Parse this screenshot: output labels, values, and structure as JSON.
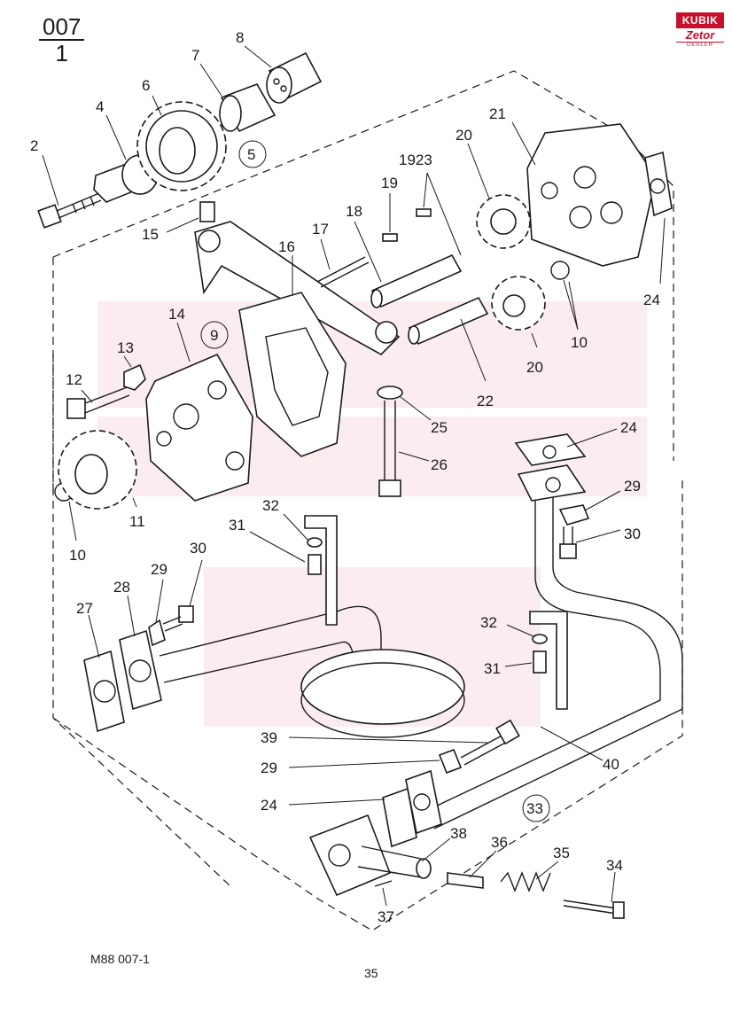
{
  "header": {
    "code_top": "007",
    "code_bottom": "1"
  },
  "logo": {
    "brand": "KUBIK",
    "sub": "Zetor",
    "dealer": "DEALER"
  },
  "callouts": [
    {
      "id": "c2",
      "text": "2"
    },
    {
      "id": "c4",
      "text": "4"
    },
    {
      "id": "c6",
      "text": "6"
    },
    {
      "id": "c7",
      "text": "7"
    },
    {
      "id": "c8",
      "text": "8"
    },
    {
      "id": "c5",
      "text": "5"
    },
    {
      "id": "c15",
      "text": "15"
    },
    {
      "id": "c19a",
      "text": "19"
    },
    {
      "id": "c1923",
      "text": "1923"
    },
    {
      "id": "c20a",
      "text": "20"
    },
    {
      "id": "c21",
      "text": "21"
    },
    {
      "id": "c24a",
      "text": "24"
    },
    {
      "id": "c17",
      "text": "17"
    },
    {
      "id": "c18",
      "text": "18"
    },
    {
      "id": "c16",
      "text": "16"
    },
    {
      "id": "c14",
      "text": "14"
    },
    {
      "id": "c13",
      "text": "13"
    },
    {
      "id": "c9",
      "text": "9"
    },
    {
      "id": "c12",
      "text": "12"
    },
    {
      "id": "c10a",
      "text": "10"
    },
    {
      "id": "c20b",
      "text": "20"
    },
    {
      "id": "c22",
      "text": "22"
    },
    {
      "id": "c25",
      "text": "25"
    },
    {
      "id": "c26",
      "text": "26"
    },
    {
      "id": "c24b",
      "text": "24"
    },
    {
      "id": "c11",
      "text": "11"
    },
    {
      "id": "c10b",
      "text": "10"
    },
    {
      "id": "c32a",
      "text": "32"
    },
    {
      "id": "c31a",
      "text": "31"
    },
    {
      "id": "c30a",
      "text": "30"
    },
    {
      "id": "c29a",
      "text": "29"
    },
    {
      "id": "c28",
      "text": "28"
    },
    {
      "id": "c27",
      "text": "27"
    },
    {
      "id": "c29b",
      "text": "29"
    },
    {
      "id": "c30b",
      "text": "30"
    },
    {
      "id": "c32b",
      "text": "32"
    },
    {
      "id": "c31b",
      "text": "31"
    },
    {
      "id": "c39",
      "text": "39"
    },
    {
      "id": "c29c",
      "text": "29"
    },
    {
      "id": "c40",
      "text": "40"
    },
    {
      "id": "c24c",
      "text": "24"
    },
    {
      "id": "c33",
      "text": "33"
    },
    {
      "id": "c38",
      "text": "38"
    },
    {
      "id": "c36",
      "text": "36"
    },
    {
      "id": "c35",
      "text": "35"
    },
    {
      "id": "c34",
      "text": "34"
    },
    {
      "id": "c37",
      "text": "37"
    }
  ],
  "footer": {
    "ref": "M88  007-1",
    "page": "35"
  }
}
